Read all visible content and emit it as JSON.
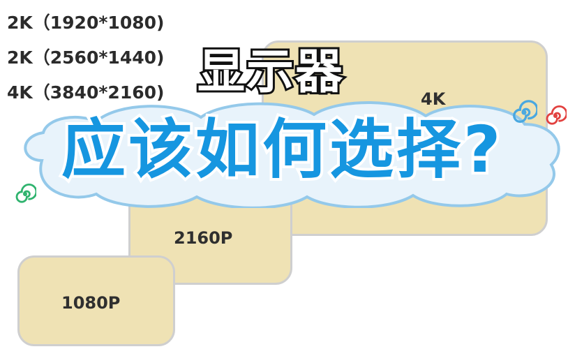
{
  "resolutions": [
    "2K（1920*1080)",
    "2K（2560*1440)",
    "4K（3840*2160)"
  ],
  "boxes": {
    "four_k": "4K",
    "p2160": "2160P",
    "p1080": "1080P"
  },
  "title": {
    "line1": "显示器",
    "line2": "应该如何选择?"
  },
  "colors": {
    "box_fill": "#efe2b4",
    "box_border": "#cfcfcf",
    "cloud_fill": "#e8f3fb",
    "cloud_stroke": "#94c9ea",
    "title_blue": "#1696e0",
    "swirl_blue": "#4aa8e0",
    "swirl_red": "#e2413f",
    "swirl_green": "#2fb36e"
  },
  "icons": [
    "swirl-icon-blue",
    "swirl-icon-red",
    "swirl-icon-green"
  ]
}
